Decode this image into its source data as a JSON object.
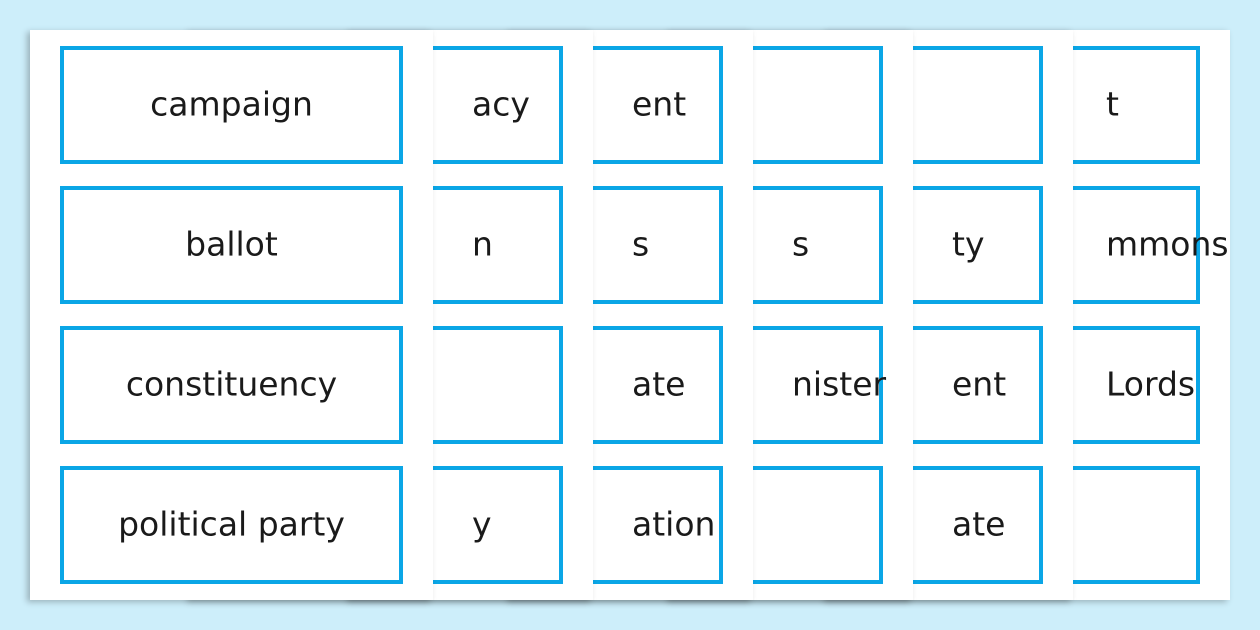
{
  "front_sheet": {
    "words": [
      "campaign",
      "ballot",
      "constituency",
      "political party"
    ]
  },
  "back_sheets": [
    {
      "fragments": [
        "acy",
        "n",
        "",
        "y"
      ]
    },
    {
      "fragments": [
        "ent",
        "s",
        "ate",
        "ation"
      ]
    },
    {
      "fragments": [
        "",
        "s",
        "nister",
        ""
      ]
    },
    {
      "fragments": [
        "",
        "ty",
        "ent",
        "ate"
      ]
    },
    {
      "fragments": [
        "t",
        "mmons",
        "Lords",
        ""
      ]
    }
  ],
  "colors": {
    "background": "#cdeefa",
    "border": "#0aa6e6"
  }
}
